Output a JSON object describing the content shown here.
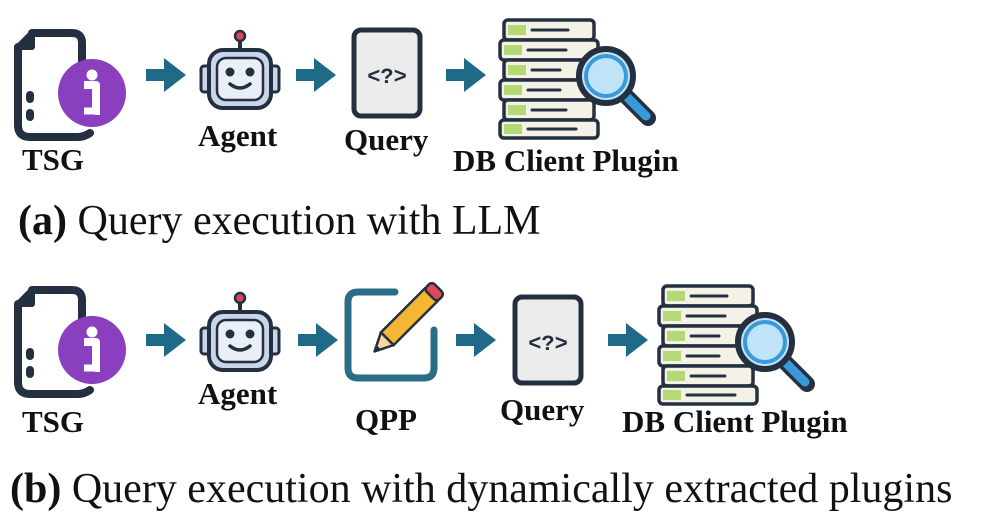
{
  "panel_a": {
    "nodes": [
      {
        "icon": "document-info-icon",
        "label": "TSG"
      },
      {
        "icon": "robot-icon",
        "label": "Agent"
      },
      {
        "icon": "code-query-icon",
        "label": "Query"
      },
      {
        "icon": "database-search-icon",
        "label": "DB Client Plugin"
      }
    ],
    "caption_tag": "(a)",
    "caption_text": "Query execution with LLM"
  },
  "panel_b": {
    "nodes": [
      {
        "icon": "document-info-icon",
        "label": "TSG"
      },
      {
        "icon": "robot-icon",
        "label": "Agent"
      },
      {
        "icon": "edit-pencil-icon",
        "label": "QPP"
      },
      {
        "icon": "code-query-icon",
        "label": "Query"
      },
      {
        "icon": "database-search-icon",
        "label": "DB Client Plugin"
      }
    ],
    "caption_tag": "(b)",
    "caption_text": "Query execution with dynamically extracted plugins"
  },
  "colors": {
    "arrow": "#1f6a86",
    "outline": "#243040",
    "info_circle": "#8a3fbf",
    "robot_body": "#c9d6ea",
    "robot_accent": "#d8445a",
    "pencil_body": "#f4b733",
    "pencil_tip": "#e0475b",
    "db_stripe": "#b5d975",
    "db_light": "#f4f1e6",
    "magnifier": "#3a9ad9",
    "frame_teal": "#2b6d86"
  }
}
